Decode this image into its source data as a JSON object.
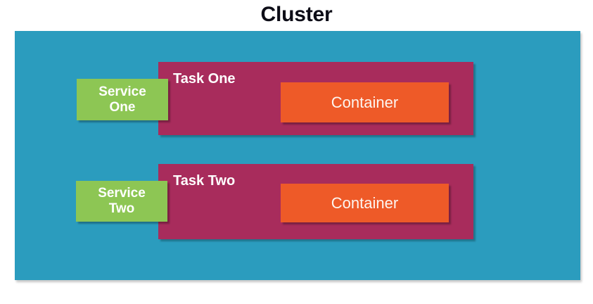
{
  "diagram": {
    "title": "Cluster",
    "type": "aws-ecs-architecture-diagram",
    "colors": {
      "cluster": "#2b9cbe",
      "task": "#a82c5c",
      "service": "#8dc654",
      "container": "#ee5a28",
      "title_text": "#0d0d17",
      "label_text": "#ffffff",
      "background": "#ffffff"
    },
    "cluster": {
      "label": "Cluster",
      "tasks": [
        {
          "label": "Task One",
          "service": {
            "line1": "Service",
            "line2": "One"
          },
          "containers": [
            {
              "label": "Container"
            }
          ]
        },
        {
          "label": "Task Two",
          "service": {
            "line1": "Service",
            "line2": "Two"
          },
          "containers": [
            {
              "label": "Container"
            }
          ]
        }
      ]
    }
  }
}
